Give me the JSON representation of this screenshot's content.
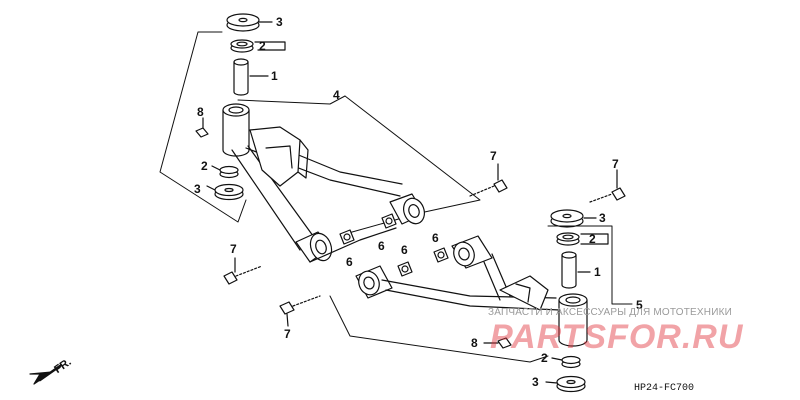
{
  "diagram": {
    "code": "HP24-FC700",
    "front_label": "FR.",
    "watermark": {
      "brand": "PARTSFOR.RU",
      "tagline": "ЗАПЧАСТИ И АКСЕССУАРЫ ДЛЯ МОТОТЕХНИКИ"
    },
    "callouts": [
      {
        "id": "c3-top",
        "text": "3"
      },
      {
        "id": "c2-top",
        "text": "2"
      },
      {
        "id": "c1-top",
        "text": "1"
      },
      {
        "id": "c4",
        "text": "4"
      },
      {
        "id": "c8-top",
        "text": "8"
      },
      {
        "id": "c2-left",
        "text": "2"
      },
      {
        "id": "c3-left",
        "text": "3"
      },
      {
        "id": "c7-a",
        "text": "7"
      },
      {
        "id": "c7-b",
        "text": "7"
      },
      {
        "id": "c7-c",
        "text": "7"
      },
      {
        "id": "c7-d",
        "text": "7"
      },
      {
        "id": "c6-a",
        "text": "6"
      },
      {
        "id": "c6-b",
        "text": "6"
      },
      {
        "id": "c6-c",
        "text": "6"
      },
      {
        "id": "c6-d",
        "text": "6"
      },
      {
        "id": "c3-right",
        "text": "3"
      },
      {
        "id": "c2-right",
        "text": "2"
      },
      {
        "id": "c1-right",
        "text": "1"
      },
      {
        "id": "c5",
        "text": "5"
      },
      {
        "id": "c8-bottom",
        "text": "8"
      },
      {
        "id": "c2-bottom",
        "text": "2"
      },
      {
        "id": "c3-bottom",
        "text": "3"
      }
    ]
  }
}
